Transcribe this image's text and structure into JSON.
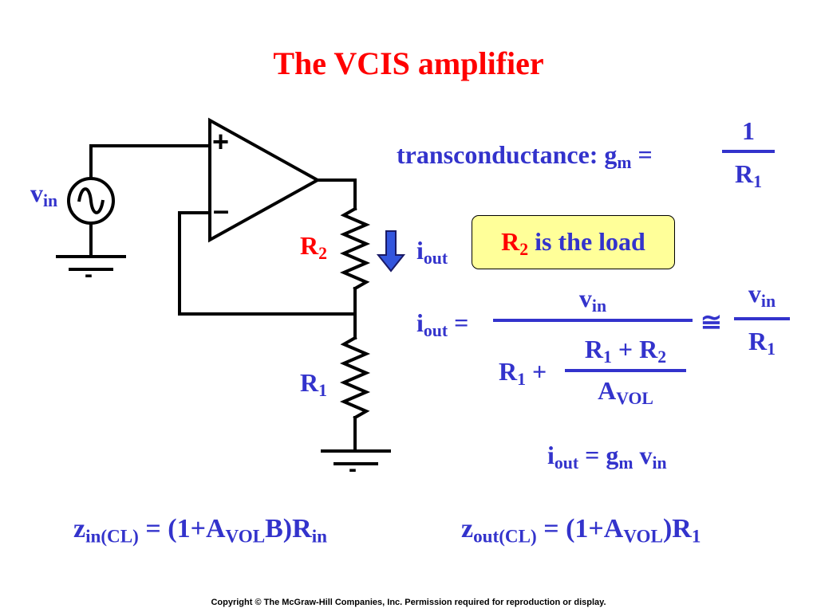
{
  "title": "The VCIS amplifier",
  "circuit": {
    "vin_symbol": "v",
    "vin_sub": "in",
    "plus": "+",
    "minus": "–",
    "r2_symbol": "R",
    "r2_sub": "2",
    "r1_symbol": "R",
    "r1_sub": "1",
    "iout_symbol": "i",
    "iout_sub": "out",
    "ground_minus_1": "-",
    "ground_minus_2": "-",
    "colors": {
      "wire": "#000000",
      "arrow": "#3333cc",
      "label": "#3333cc",
      "highlight": "#ff0000"
    }
  },
  "transconductance": {
    "label": "transconductance: g",
    "sub": "m",
    "equals": "=",
    "numerator": "1",
    "denominator_symbol": "R",
    "denominator_sub": "1"
  },
  "load_note": {
    "symbol": "R",
    "sub": "2",
    "text": " is the load",
    "box_color": "#ffff99"
  },
  "iout_equation": {
    "lhs_symbol": "i",
    "lhs_sub": "out",
    "equals": "=",
    "numerator_symbol": "v",
    "numerator_sub": "in",
    "den_r1_symbol": "R",
    "den_r1_sub": "1",
    "den_plus": " +",
    "inner_num": "R<sub>1</sub> + R<sub>2</sub>",
    "inner_den_symbol": "A",
    "inner_den_sub": "VOL",
    "approx": "≅",
    "approx_num_symbol": "v",
    "approx_num_sub": "in",
    "approx_den_symbol": "R",
    "approx_den_sub": "1"
  },
  "iout_gm": {
    "i": "i",
    "i_sub": "out",
    "mid": " = g",
    "g_sub": "m",
    "v": " v",
    "v_sub": "in"
  },
  "zin": {
    "z": "z",
    "z_sub": "in(CL)",
    "mid": " = (1+A",
    "a_sub": "VOL",
    "tail": "B)R",
    "tail_sub": "in"
  },
  "zout": {
    "z": "z",
    "z_sub": "out(CL)",
    "mid": " = (1+A",
    "a_sub": "VOL",
    "tail": ")R",
    "tail_sub": "1"
  },
  "copyright": "Copyright © The McGraw-Hill Companies, Inc. Permission required for reproduction or display."
}
